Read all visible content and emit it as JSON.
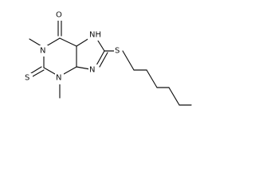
{
  "molecule": {
    "atoms": {
      "o": "O",
      "n1": "N",
      "me1": "",
      "s_thione": "S",
      "n3": "N",
      "me3": "",
      "nh": "NH",
      "n9": "N",
      "s_ether": "S"
    }
  }
}
